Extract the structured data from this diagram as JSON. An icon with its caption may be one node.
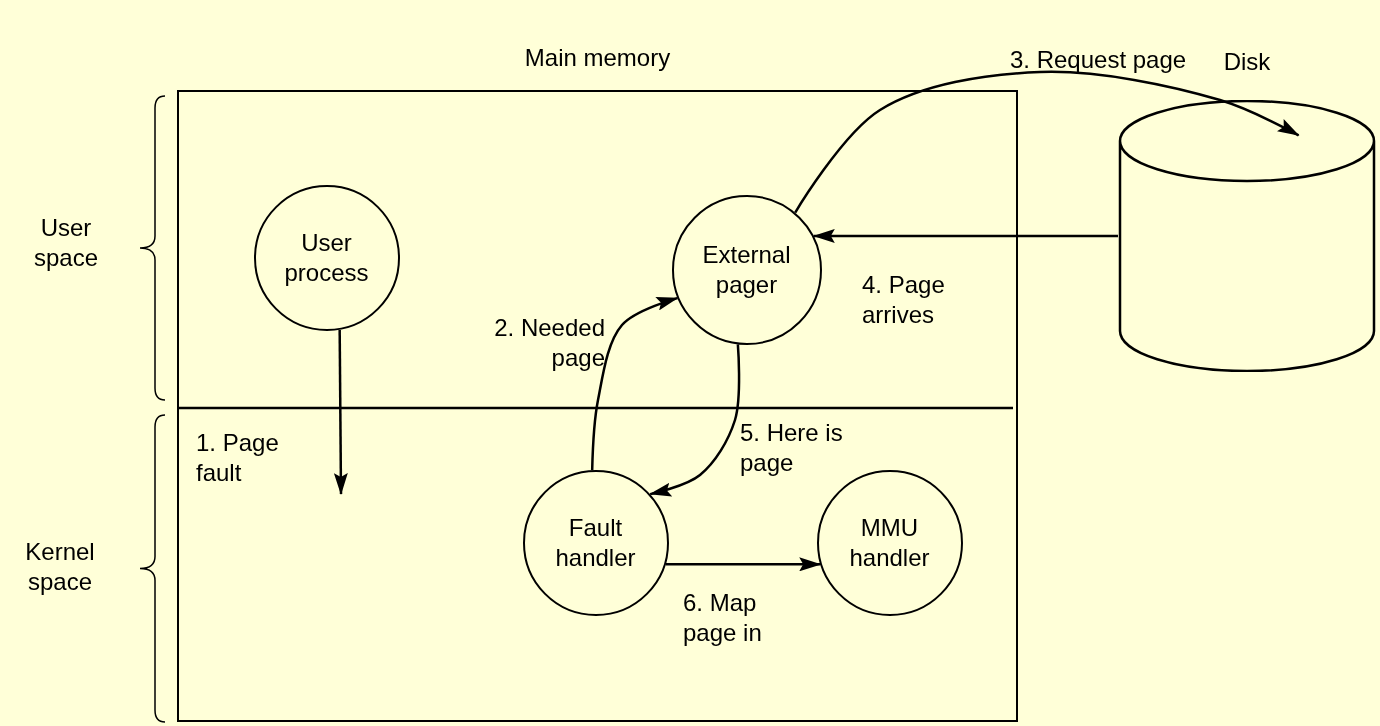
{
  "diagram": {
    "nodes": [
      {
        "text": [
          "Main memory"
        ]
      },
      {
        "text": [
          "User process"
        ],
        "in": 0
      },
      {
        "text": [
          "External pager"
        ],
        "in": 0
      },
      {
        "text": [
          "Fault handler"
        ],
        "in": 0
      },
      {
        "text": [
          "MMU handler"
        ],
        "in": 0
      },
      {
        "text": [
          "Disk"
        ]
      }
    ],
    "edges": [
      {
        "from": 1,
        "to": null,
        "arrow": "to",
        "label": "1. Page fault"
      },
      {
        "from": 3,
        "to": 2,
        "arrow": "to",
        "label": "2. Needed page"
      },
      {
        "from": 2,
        "to": 5,
        "arrow": "to",
        "label": "3. Request page"
      },
      {
        "from": 5,
        "to": 2,
        "arrow": "to",
        "label": "4. Page arrives"
      },
      {
        "from": 2,
        "to": 3,
        "arrow": "to",
        "label": "5. Here is page"
      },
      {
        "from": 3,
        "to": 4,
        "arrow": "to",
        "label": "6. Map page in"
      }
    ],
    "labels": [
      "User space",
      "Kernel space"
    ]
  }
}
